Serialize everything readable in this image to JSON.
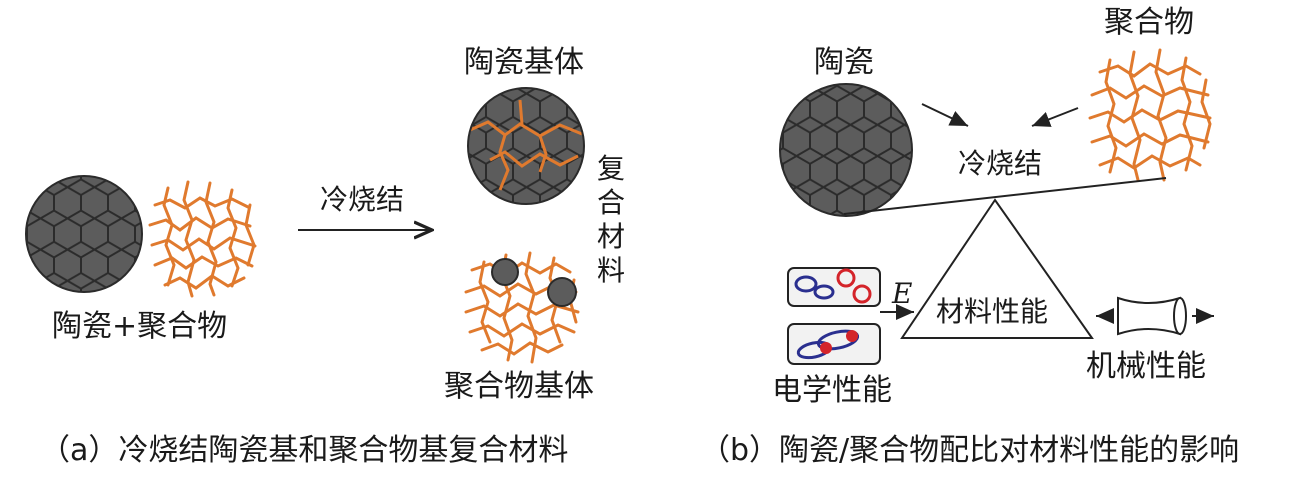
{
  "panel_a": {
    "label_bottom_left": "陶瓷+聚合物",
    "arrow_label": "冷烧结",
    "label_top": "陶瓷基体",
    "label_bottom": "聚合物基体",
    "label_vertical": "复合材料",
    "caption": "（a）冷烧结陶瓷基和聚合物基复合材料"
  },
  "panel_b": {
    "label_ceramic": "陶瓷",
    "label_polymer": "聚合物",
    "label_process": "冷烧结",
    "label_center": "材料性能",
    "label_electric": "电学性能",
    "label_mechanical": "机械性能",
    "label_field": "E",
    "caption": "（b）陶瓷/聚合物配比对材料性能的影响"
  },
  "colors": {
    "ceramic_fill": "#5c5c5c",
    "ceramic_line": "#2b2b2b",
    "polymer": "#e07a2e",
    "charge_blue": "#2a2f8f",
    "charge_red": "#d4242a"
  }
}
